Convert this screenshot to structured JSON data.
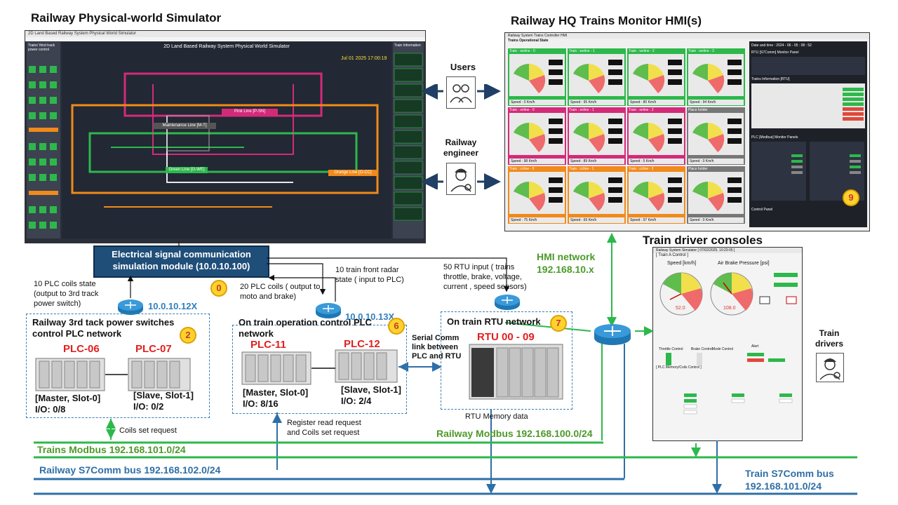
{
  "titles": {
    "simulator": "Railway Physical-world Simulator",
    "hmi": "Railway HQ Trains Monitor HMI(s)",
    "consoles": "Train driver consoles"
  },
  "simulator_screen": {
    "window_title": "2D Land Based Railway System Physical World Simulator",
    "heading": "2D Land Based Railway System Physical World Simulator",
    "datetime": "Jul 01 2025 17:00:19",
    "lines": [
      "Pink Line [P-SN]",
      "Maintenance Line [M-T]",
      "Green Line [G-WE]",
      "Orange Line [O-CC]"
    ],
    "left_panel_title": "Trains' third track power control",
    "right_panel_title": "Train Information"
  },
  "hmi_screen": {
    "window_title": "Railway System Trains Controller HMI",
    "section": "Trains Operational State",
    "datetime_label": "Date and time :",
    "datetime": "2024 - 06 - 05 : 08 : 52",
    "rtu_panel": "RTU [S7Comm] Monitor Panel",
    "train_info": "Trains Information [RTU]",
    "plc_panel": "PLC [Modbus] Monitor Panels",
    "control_panel": "Control Panel",
    "tiles": [
      {
        "name": "Train : weline - 0",
        "speed": "Speed : 0 Km/h"
      },
      {
        "name": "Train : weline - 1",
        "speed": "Speed : 95 Km/h"
      },
      {
        "name": "Train : weline - 2",
        "speed": "Speed : 80 Km/h"
      },
      {
        "name": "Train : weline - 3",
        "speed": "Speed : 94 Km/h"
      },
      {
        "name": "Train : snline - 0",
        "speed": "Speed : 98 Km/h"
      },
      {
        "name": "Train : snline - 1",
        "speed": "Speed : 89 Km/h"
      },
      {
        "name": "Train : snline - 2",
        "speed": "Speed : 5 Km/h"
      },
      {
        "name": "Place holder",
        "speed": "Speed : 0 Km/h"
      },
      {
        "name": "Train : ccline - 0",
        "speed": "Speed : 75 Km/h"
      },
      {
        "name": "Train : ccline - 1",
        "speed": "Speed : 69 Km/h"
      },
      {
        "name": "Train : ccline - 2",
        "speed": "Speed : 97 Km/h"
      },
      {
        "name": "Place holder",
        "speed": "Speed : 0 Km/h"
      }
    ]
  },
  "console_screen": {
    "window_title": "Railway System Simulator [ 07/02/2025, 10:23:05 ]",
    "section": "[ Train A Control ]",
    "speed_label": "Speed [km/h]",
    "speed_value": "52.0",
    "pressure_label": "Air Brake Pressure [psi]",
    "pressure_value": "108.0",
    "throttle": "Throttle Control",
    "brake": "Brake Control",
    "mode": "Mode Control",
    "alert": "Alert",
    "plc_section": "[ PLC Memory/Coils Control ]"
  },
  "labels": {
    "users": "Users",
    "engineer": "Railway\nengineer",
    "drivers": "Train\ndrivers",
    "hmi_network": "HMI network",
    "hmi_ip": "192.168.10.x",
    "emod": "Electrical signal communication\nsimulation module (10.0.10.100)",
    "coils_state": "10 PLC coils state\n(output to 3rd track\npower switch)",
    "ip_12x": "10.0.10.12X",
    "coils_20": "20 PLC coils ( output to\nmoto and brake)",
    "radar": "10 train front radar\nstate ( input to PLC)",
    "ip_13x": "10.0.10.13X",
    "rtu_input": "50 RTU input ( trains\nthrottle, brake, voltage,\ncurrent , speed sensors)",
    "badge0": "0",
    "badge2": "2",
    "badge6": "6",
    "badge7": "7",
    "badge9": "9",
    "power_net_title": "Railway 3rd tack power switches\ncontrol PLC network",
    "plc06": "PLC-06",
    "plc07": "PLC-07",
    "plc06_desc": "[Master, Slot-0]\nI/O: 0/8",
    "plc07_desc": "[Slave, Slot-1]\nI/O: 0/2",
    "op_net_title": "On train operation control PLC\nnetwork",
    "plc11": "PLC-11",
    "plc12": "PLC-12",
    "plc11_desc": "[Master, Slot-0]\nI/O: 8/16",
    "plc12_desc": "[Slave, Slot-1]\nI/O: 2/4",
    "serial": "Serial Comm\nlink between\nPLC and RTU",
    "rtu_net_title": "On train RTU network",
    "rtu_ids": "RTU 00 - 09",
    "rtu_memory": "RTU Memory data",
    "coils_req": "Coils set request",
    "reg_req": "Register read request\nand Coils set request",
    "bus_trains_modbus": "Trains Modbus 192.168.101.0/24",
    "bus_railway_modbus": "Railway Modbus 192.168.100.0/24",
    "bus_railway_s7": "Railway S7Comm bus 192.168.102.0/24",
    "bus_train_s7": "Train S7Comm bus\n192.168.101.0/24"
  },
  "colors": {
    "green_bus": "#4c9a2a",
    "blue_bus": "#2f6fa8",
    "badge": "#ffd22e",
    "plc_red": "#e02020"
  },
  "icons": [
    "router-icon",
    "users-icon",
    "engineer-icon",
    "driver-icon",
    "plc-rack-icon",
    "rtu-rack-icon"
  ]
}
